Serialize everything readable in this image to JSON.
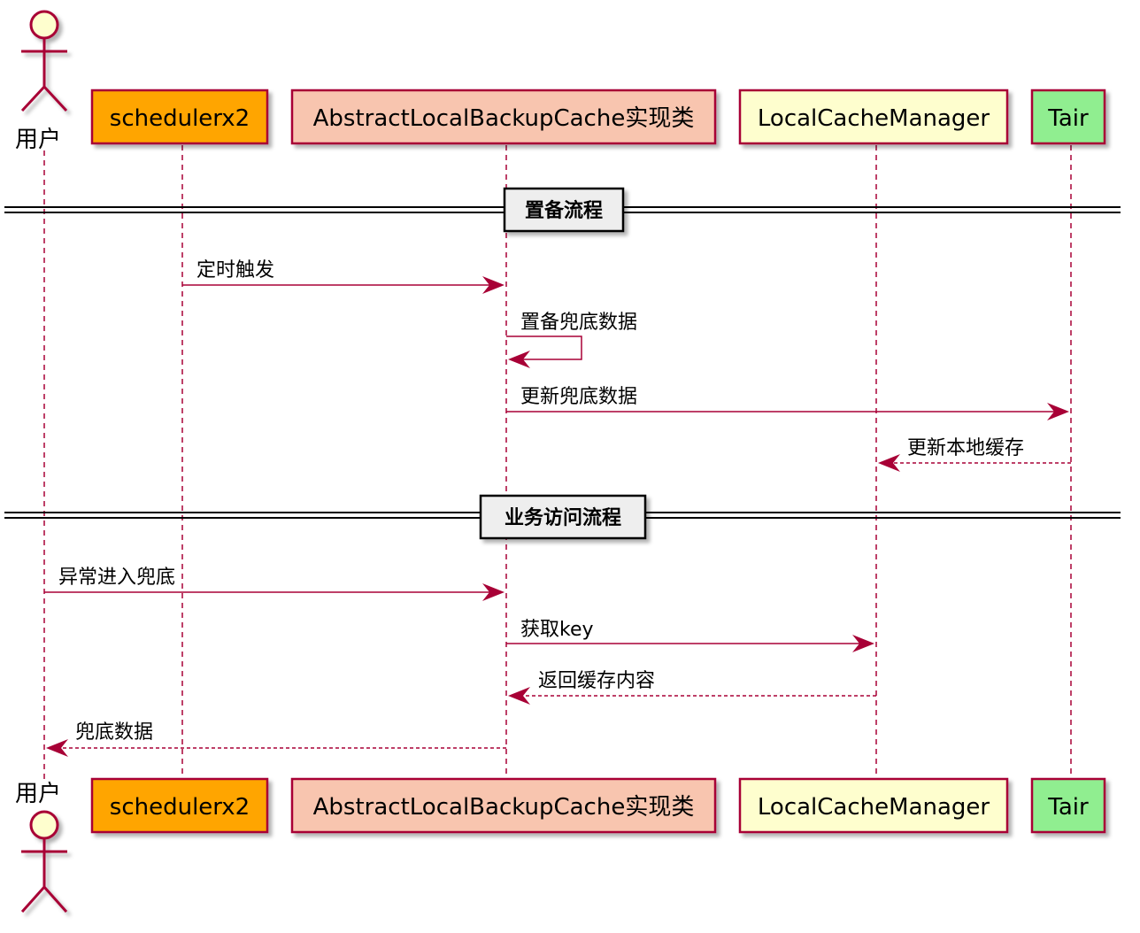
{
  "participants": [
    {
      "id": "user",
      "label": "用户",
      "kind": "actor"
    },
    {
      "id": "sched",
      "label": "schedulerx2",
      "kind": "box",
      "color": "#FFA500"
    },
    {
      "id": "abstract",
      "label": "AbstractLocalBackupCache实现类",
      "kind": "box",
      "color": "#F8C5AF"
    },
    {
      "id": "lcm",
      "label": "LocalCacheManager",
      "kind": "box",
      "color": "#FEFECE"
    },
    {
      "id": "tair",
      "label": "Tair",
      "kind": "box",
      "color": "#90EE90"
    }
  ],
  "dividers": [
    {
      "label": "置备流程"
    },
    {
      "label": "业务访问流程"
    }
  ],
  "messages": [
    {
      "from": "sched",
      "to": "abstract",
      "label": "定时触发",
      "style": "solid"
    },
    {
      "from": "abstract",
      "to": "abstract",
      "label": "置备兜底数据",
      "style": "solid"
    },
    {
      "from": "abstract",
      "to": "tair",
      "label": "更新兜底数据",
      "style": "solid"
    },
    {
      "from": "tair",
      "to": "lcm",
      "label": "更新本地缓存",
      "style": "dashed"
    },
    {
      "from": "user",
      "to": "abstract",
      "label": "异常进入兜底",
      "style": "solid"
    },
    {
      "from": "abstract",
      "to": "lcm",
      "label": "获取key",
      "style": "solid"
    },
    {
      "from": "lcm",
      "to": "abstract",
      "label": "返回缓存内容",
      "style": "dashed"
    },
    {
      "from": "abstract",
      "to": "user",
      "label": "兜底数据",
      "style": "dashed"
    }
  ],
  "colors": {
    "arrow": "#A80036",
    "lifeline": "#A80036",
    "actor_fill": "#FEFECE",
    "divider_fill": "#EEEEEE"
  }
}
